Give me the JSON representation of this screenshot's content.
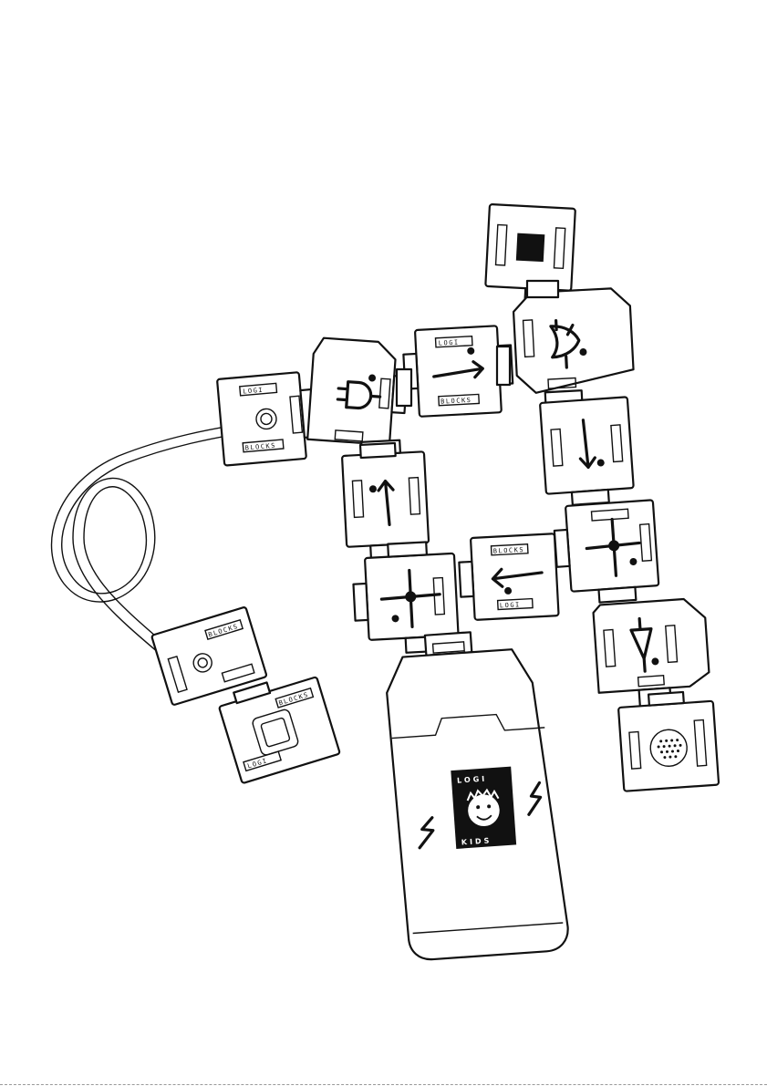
{
  "labels": {
    "logi": "LOGI",
    "blocks": "BLOCKS",
    "kids": "KIDS"
  },
  "colors": {
    "ink": "#111111",
    "paper": "#ffffff"
  }
}
